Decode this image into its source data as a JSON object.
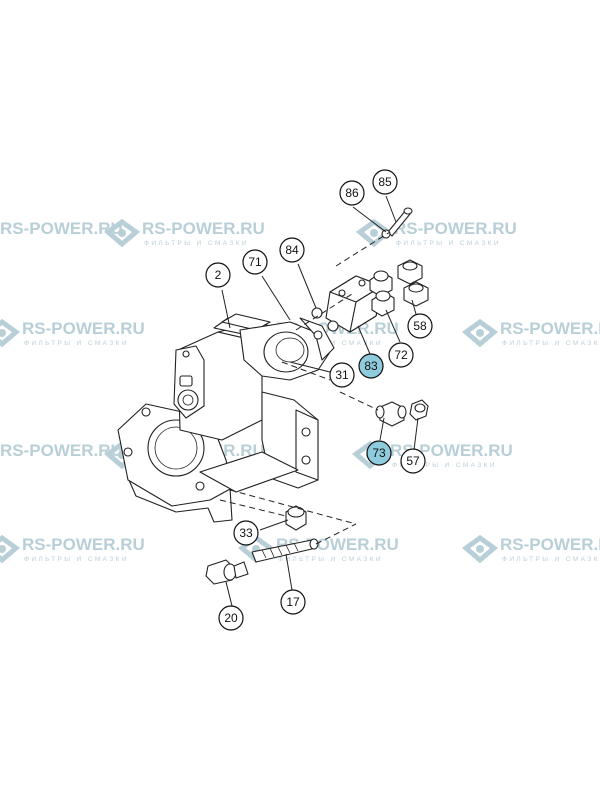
{
  "watermark": {
    "brand": "RS-POWER.RU",
    "tagline": "ФИЛЬТРЫ И СМАЗКИ",
    "accent_color": "#b9cfd8",
    "icon": "rs-power-logo-icon"
  },
  "callouts": [
    {
      "id": "85",
      "label": "85",
      "highlight": false
    },
    {
      "id": "86",
      "label": "86",
      "highlight": false
    },
    {
      "id": "84",
      "label": "84",
      "highlight": false
    },
    {
      "id": "71",
      "label": "71",
      "highlight": false
    },
    {
      "id": "2",
      "label": "2",
      "highlight": false
    },
    {
      "id": "58",
      "label": "58",
      "highlight": false
    },
    {
      "id": "72",
      "label": "72",
      "highlight": false
    },
    {
      "id": "83",
      "label": "83",
      "highlight": true
    },
    {
      "id": "31",
      "label": "31",
      "highlight": false
    },
    {
      "id": "73",
      "label": "73",
      "highlight": true
    },
    {
      "id": "57",
      "label": "57",
      "highlight": false
    },
    {
      "id": "33",
      "label": "33",
      "highlight": false
    },
    {
      "id": "17",
      "label": "17",
      "highlight": false
    },
    {
      "id": "20",
      "label": "20",
      "highlight": false
    }
  ],
  "colors": {
    "highlight_fill": "#8ecbdc",
    "line": "#222222",
    "background": "#ffffff"
  }
}
